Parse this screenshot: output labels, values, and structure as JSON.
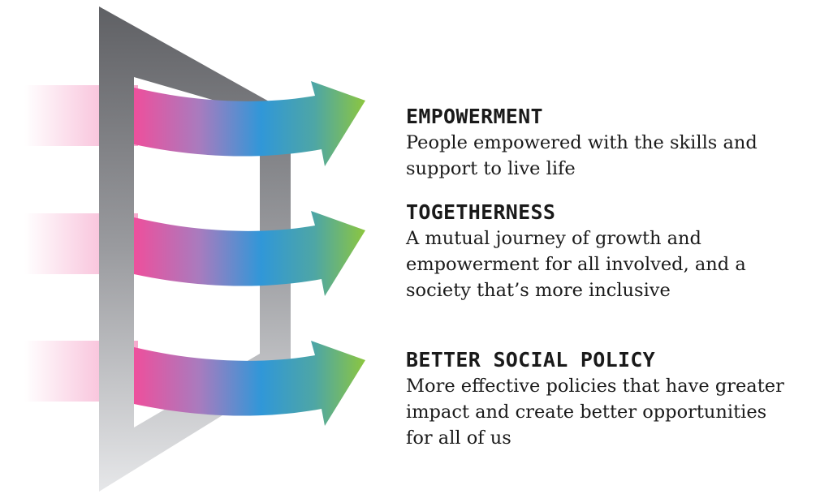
{
  "colors": {
    "frame_dark": "#5f6064",
    "frame_mid": "#9a9b9f",
    "frame_light": "#e6e7e9",
    "arrow_pink": "#ee4f9c",
    "arrow_purple": "#9d7cc4",
    "arrow_blue": "#2f93d7",
    "arrow_green": "#8cc63f",
    "tail_pink": "#f6a9cc"
  },
  "items": [
    {
      "heading": "EMPOWERMENT",
      "body": "People empowered with the skills and\nsupport to live life"
    },
    {
      "heading": "TOGETHERNESS",
      "body": "A mutual journey of growth and\nempowerment for all involved, and a\nsociety that’s more inclusive"
    },
    {
      "heading": "BETTER SOCIAL POLICY",
      "body": "More effective policies that have greater\nimpact and create better opportunities\nfor all of us"
    }
  ]
}
